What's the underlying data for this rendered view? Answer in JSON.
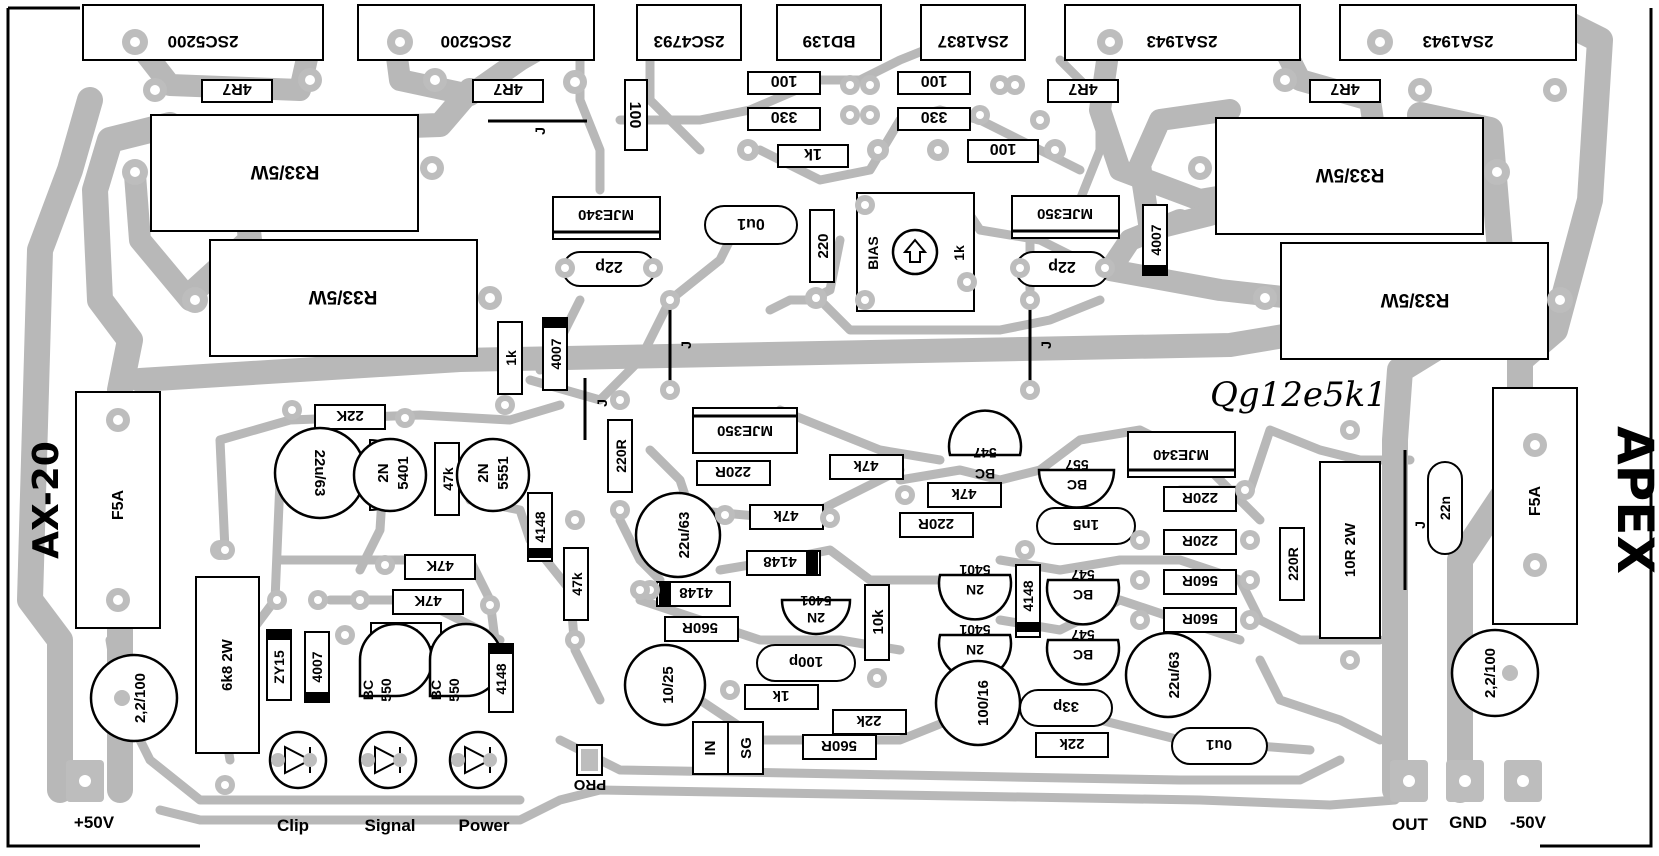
{
  "board": {
    "title": "AX-20",
    "brand": "APEX",
    "signature": "Qg12e5k1"
  },
  "connectors": [
    {
      "id": "plus50",
      "label": "+50V"
    },
    {
      "id": "out",
      "label": "OUT"
    },
    {
      "id": "gnd",
      "label": "GND"
    },
    {
      "id": "minus50",
      "label": "-50V"
    },
    {
      "id": "pro",
      "label": "PRO"
    }
  ],
  "leds": [
    {
      "id": "clip",
      "label": "Clip"
    },
    {
      "id": "signal",
      "label": "Signal"
    },
    {
      "id": "power",
      "label": "Power"
    }
  ],
  "transistors_top": [
    "2SC5200",
    "2SC5200",
    "2SC4793",
    "BD139",
    "2SA1837",
    "2SA1943",
    "2SA1943"
  ],
  "components": {
    "r4r7": "4R7",
    "r100": "100",
    "r330": "330",
    "r1k": "1k",
    "r033": "R33/5W",
    "mje340": "MJE340",
    "mje350": "MJE350",
    "c22p": "22p",
    "c0u1": "0u1",
    "r220": "220",
    "bias": "BIAS",
    "d4007": "4007",
    "fuse": "F5A",
    "r22k": "22K",
    "r22k_l": "22k",
    "c22u63": "22u/63",
    "t2n5401_a": "2N",
    "t2n5401_b": "5401",
    "t2n5551_a": "2N",
    "t2n5551_b": "5551",
    "r47k": "47k",
    "r47K": "47K",
    "d4148": "4148",
    "r220R": "220R",
    "r10k": "10k",
    "r6k8": "6k8 2W",
    "zy15": "ZY15",
    "bc": "BC",
    "bc550": "550",
    "bc547": "547",
    "bc557": "557",
    "c2_2_100": "2,2/100",
    "c10_25": "10/25",
    "sw_in": "IN",
    "sw_sg": "SG",
    "r560R": "560R",
    "c100p": "100p",
    "c100_16": "100/16",
    "c33p": "33p",
    "c1n5": "1n5",
    "r10R2W": "10R 2W",
    "c22n": "22n",
    "jumper": "J"
  }
}
